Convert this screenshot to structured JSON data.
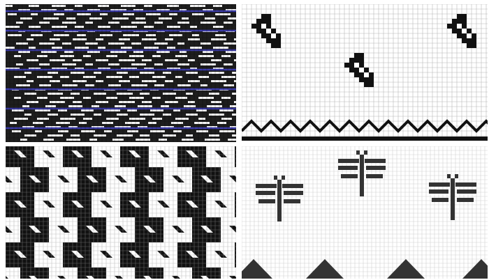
{
  "panels": [
    {
      "id": "a",
      "pattern": "stripes-blue-lines",
      "colors": {
        "ground": "#1e1e1e",
        "motif": "#f4f4f4",
        "line": "#3b3ba8"
      }
    },
    {
      "id": "b",
      "pattern": "diagonal-blocks-zigzag-border",
      "colors": {
        "ground": "#ffffff",
        "motif": "#111111",
        "grid": "#9a9a9a"
      }
    },
    {
      "id": "c",
      "pattern": "checker-cells-with-diagonal-marks",
      "colors": {
        "ground": "#ffffff",
        "motif": "#111111",
        "grid": "#9a9a9a"
      }
    },
    {
      "id": "d",
      "pattern": "dragonflies-triangles",
      "colors": {
        "ground": "#ffffff",
        "motif": "#333333",
        "grid": "#c6c6c6"
      }
    }
  ]
}
